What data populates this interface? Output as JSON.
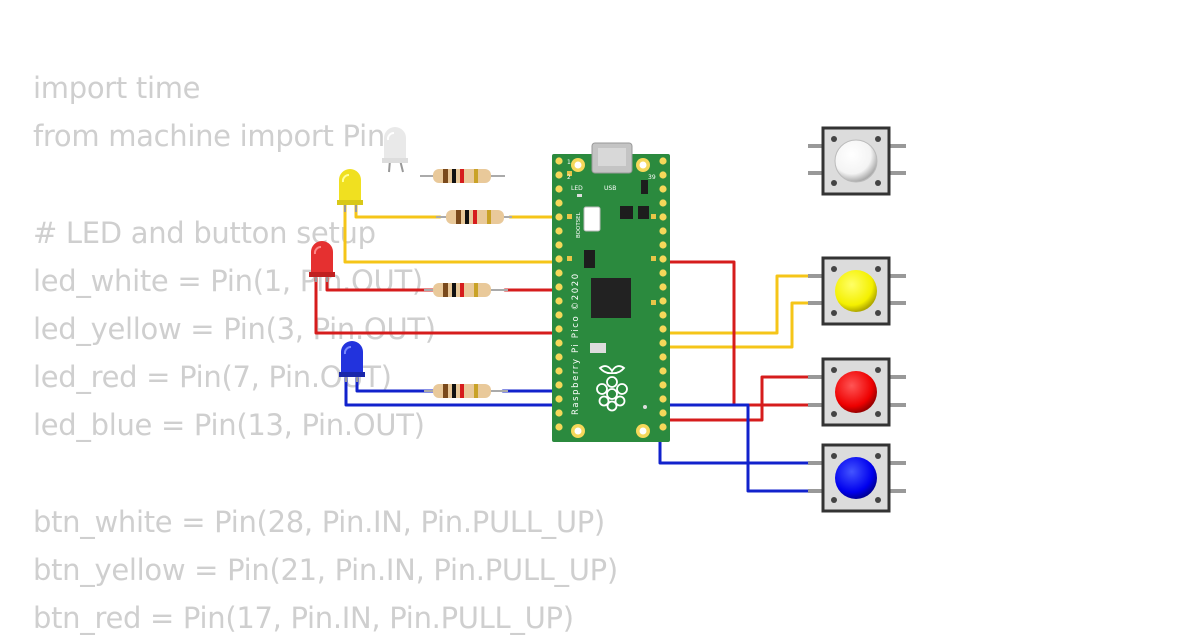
{
  "code": {
    "lines": [
      "import time",
      "from machine import Pin",
      "",
      "# LED and button setup",
      "led_white = Pin(1, Pin.OUT)",
      "led_yellow = Pin(3, Pin.OUT)",
      "led_red = Pin(7, Pin.OUT)",
      "led_blue = Pin(13, Pin.OUT)",
      "",
      "btn_white = Pin(28, Pin.IN, Pin.PULL_UP)",
      "btn_yellow = Pin(21, Pin.IN, Pin.PULL_UP)",
      "btn_red = Pin(17, Pin.IN, Pin.PULL_UP)"
    ]
  },
  "board": {
    "model_label": "Raspberry Pi Pico ©2020",
    "led_label": "LED",
    "usb_label": "USB",
    "bootsel_label": "BOOTSEL",
    "pin1_label": "1",
    "pin2_label": "2",
    "pin39_label": "39"
  },
  "colors": {
    "board_green": "#2b8a3e",
    "wire_yellow": "#f5c518",
    "wire_red": "#d61c1c",
    "wire_blue": "#1122cc",
    "led_white": "#e8e8e8",
    "led_yellow": "#f0e020",
    "led_red": "#e53030",
    "led_blue": "#2233dd",
    "button_white": "#ffffff",
    "button_yellow": "#f4f000",
    "button_red": "#ee0000",
    "button_blue": "#0000ee"
  },
  "components": {
    "leds": [
      "white",
      "yellow",
      "red",
      "blue"
    ],
    "buttons": [
      "white",
      "yellow",
      "red",
      "blue"
    ],
    "resistors": 4
  }
}
